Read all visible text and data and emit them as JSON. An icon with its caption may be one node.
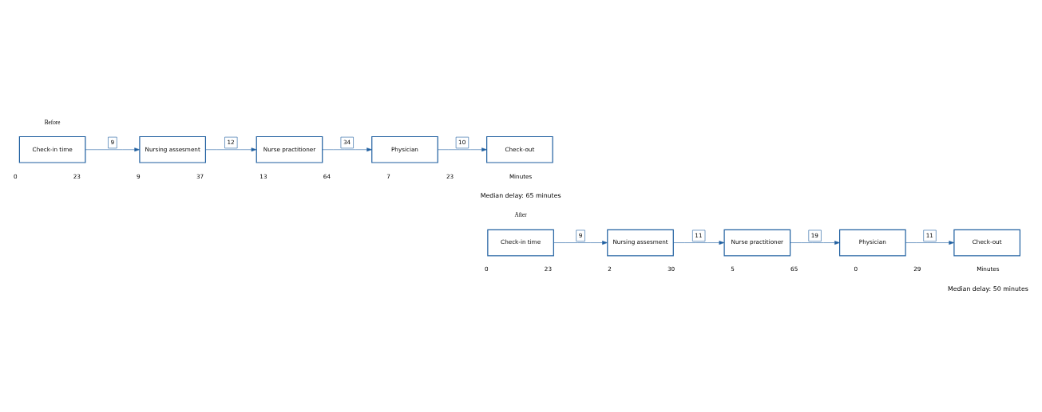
{
  "diagram": {
    "nodes": [
      {
        "text": [
          "Check-in time"
        ]
      },
      {
        "text": [
          "Nursing assesment"
        ]
      },
      {
        "text": [
          "Nurse practitioner"
        ]
      },
      {
        "text": [
          "Physician"
        ]
      },
      {
        "text": [
          "Check-out"
        ]
      },
      {
        "text": [
          "Check-in time"
        ]
      },
      {
        "text": [
          "Nursing assesment"
        ]
      },
      {
        "text": [
          "Nurse practitioner"
        ]
      },
      {
        "text": [
          "Physician"
        ]
      },
      {
        "text": [
          "Check-out"
        ]
      }
    ],
    "edges": [
      {
        "from": 0,
        "to": 1,
        "arrow": "to",
        "label": "9"
      },
      {
        "from": 1,
        "to": 2,
        "arrow": "to",
        "label": "12"
      },
      {
        "from": 2,
        "to": 3,
        "arrow": "to",
        "label": "34"
      },
      {
        "from": 3,
        "to": 4,
        "arrow": "to",
        "label": "10"
      },
      {
        "from": 5,
        "to": 6,
        "arrow": "to",
        "label": "9"
      },
      {
        "from": 6,
        "to": 7,
        "arrow": "to",
        "label": "11"
      },
      {
        "from": 7,
        "to": 8,
        "arrow": "to",
        "label": "19"
      },
      {
        "from": 8,
        "to": 9,
        "arrow": "to",
        "label": "11"
      }
    ],
    "labels": [
      "Before",
      "0",
      "23",
      "9",
      "37",
      "13",
      "64",
      "7",
      "23",
      "Minutes",
      "Median delay: 65 minutes",
      "After",
      "0",
      "23",
      "2",
      "30",
      "5",
      "65",
      "0",
      "29",
      "Minutes",
      "Median delay: 50 minutes"
    ]
  }
}
